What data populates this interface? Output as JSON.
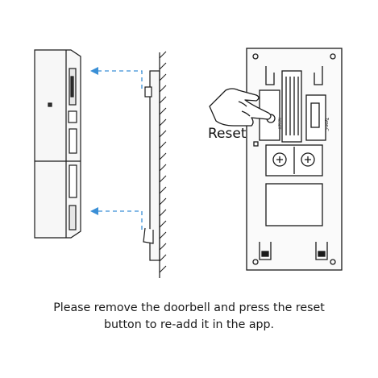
{
  "illustration": {
    "reset_label": "Reset",
    "port_label": "Type-C",
    "button_tag": "RESET"
  },
  "caption": {
    "line1": "Please remove the doorbell and press the reset",
    "line2": "button to re-add it in the app."
  },
  "colors": {
    "stroke": "#1a1a1a",
    "arrow": "#3a8fd6",
    "fill_light": "#f4f4f4"
  }
}
